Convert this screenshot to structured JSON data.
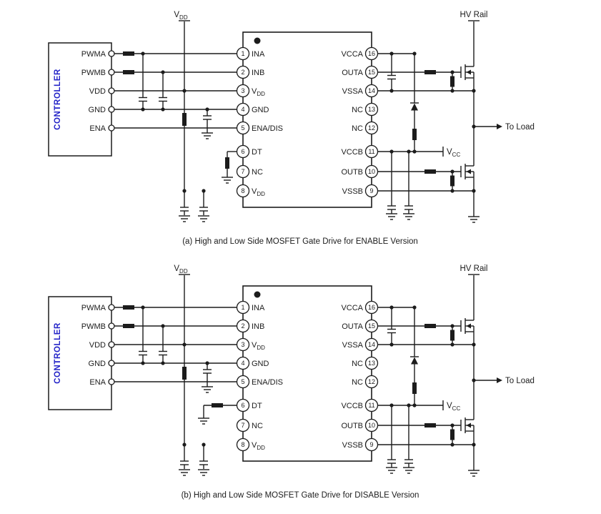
{
  "colors": {
    "line": "#1c1c1c",
    "controller_text": "#2323c8",
    "background": "#ffffff"
  },
  "circuits": [
    {
      "caption": "(a) High and Low Side MOSFET Gate Drive for ENABLE Version",
      "controller": {
        "label": "CONTROLLER",
        "pins": [
          "PWMA",
          "PWMB",
          "VDD",
          "GND",
          "ENA"
        ]
      },
      "ic": {
        "left_pins": [
          {
            "num": "1",
            "name": "INA"
          },
          {
            "num": "2",
            "name": "INB"
          },
          {
            "num": "3",
            "name": "V",
            "name_sub": "DD"
          },
          {
            "num": "4",
            "name": "GND"
          },
          {
            "num": "5",
            "name": "ENA/DIS"
          },
          {
            "num": "6",
            "name": "DT"
          },
          {
            "num": "7",
            "name": "NC"
          },
          {
            "num": "8",
            "name": "V",
            "name_sub": "DD"
          }
        ],
        "right_pins": [
          {
            "num": "16",
            "name": "VCCA"
          },
          {
            "num": "15",
            "name": "OUTA"
          },
          {
            "num": "14",
            "name": "VSSA"
          },
          {
            "num": "13",
            "name": "NC"
          },
          {
            "num": "12",
            "name": "NC"
          },
          {
            "num": "11",
            "name": "VCCB"
          },
          {
            "num": "10",
            "name": "OUTB"
          },
          {
            "num": "9",
            "name": "VSSB"
          }
        ]
      },
      "labels": {
        "vdd_rail": {
          "text": "V",
          "sub": "DD"
        },
        "hv_rail": "HV Rail",
        "vcc": {
          "text": "V",
          "sub": "CC"
        },
        "to_load": "To Load"
      }
    },
    {
      "caption": "(b) High and Low Side MOSFET Gate Drive for DISABLE Version",
      "controller": {
        "label": "CONTROLLER",
        "pins": [
          "PWMA",
          "PWMB",
          "VDD",
          "GND",
          "ENA"
        ]
      },
      "ic": {
        "left_pins": [
          {
            "num": "1",
            "name": "INA"
          },
          {
            "num": "2",
            "name": "INB"
          },
          {
            "num": "3",
            "name": "V",
            "name_sub": "DD"
          },
          {
            "num": "4",
            "name": "GND"
          },
          {
            "num": "5",
            "name": "ENA/DIS"
          },
          {
            "num": "6",
            "name": "DT"
          },
          {
            "num": "7",
            "name": "NC"
          },
          {
            "num": "8",
            "name": "V",
            "name_sub": "DD"
          }
        ],
        "right_pins": [
          {
            "num": "16",
            "name": "VCCA"
          },
          {
            "num": "15",
            "name": "OUTA"
          },
          {
            "num": "14",
            "name": "VSSA"
          },
          {
            "num": "13",
            "name": "NC"
          },
          {
            "num": "12",
            "name": "NC"
          },
          {
            "num": "11",
            "name": "VCCB"
          },
          {
            "num": "10",
            "name": "OUTB"
          },
          {
            "num": "9",
            "name": "VSSB"
          }
        ]
      },
      "labels": {
        "vdd_rail": {
          "text": "V",
          "sub": "DD"
        },
        "hv_rail": "HV Rail",
        "vcc": {
          "text": "V",
          "sub": "CC"
        },
        "to_load": "To Load"
      }
    }
  ]
}
